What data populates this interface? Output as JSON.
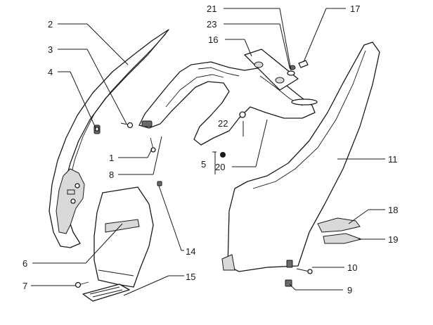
{
  "labels": {
    "l1": "1",
    "l2": "2",
    "l3": "3",
    "l4": "4",
    "l5": "5",
    "l6": "6",
    "l7": "7",
    "l8": "8",
    "l9": "9",
    "l10": "10",
    "l11": "11",
    "l14": "14",
    "l15": "15",
    "l16": "16",
    "l17": "17",
    "l18": "18",
    "l19": "19",
    "l20": "20",
    "l21": "21",
    "l22": "22",
    "l23": "23"
  }
}
